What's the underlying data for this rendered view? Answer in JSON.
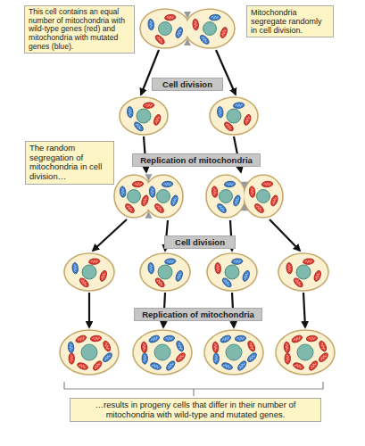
{
  "diagram": {
    "nodes": [
      {
        "text": [
          "This cell contains an equal number of mitochondria with wild-type genes (red) and mitochondria with mutated genes (blue)."
        ]
      },
      {
        "text": [
          "Mitochondria segregate randomly in cell division."
        ]
      },
      {
        "text": [
          "Cell division"
        ]
      },
      {
        "text": [
          "The random segregation of mitochondria in cell division…"
        ]
      },
      {
        "text": [
          "Replication of mitochondria"
        ]
      },
      {
        "text": [
          "Cell division"
        ]
      },
      {
        "text": [
          "Replication of mitochondria"
        ]
      },
      {
        "text": [
          "…results in progeny cells that differ in their number of mitochondria with wild-type and mutated genes."
        ]
      }
    ]
  }
}
